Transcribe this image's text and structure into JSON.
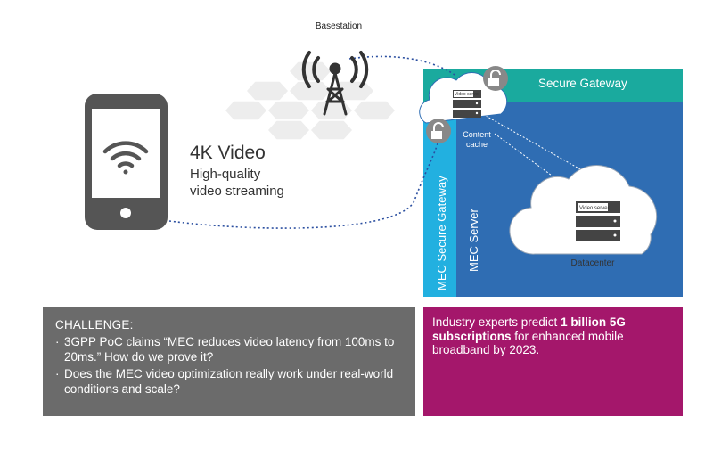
{
  "labels": {
    "basestation": "Basestation",
    "video_title": "4K Video",
    "video_sub_1": "High-quality",
    "video_sub_2": "video streaming",
    "secure_gateway": "Secure Gateway",
    "mec_secure_gateway": "MEC Secure Gateway",
    "mec_server": "MEC Server",
    "content_cache_1": "Content",
    "content_cache_2": "cache",
    "datacenter": "Datacenter",
    "video_server_small": "Video server",
    "video_server_large": "Video server"
  },
  "challenge": {
    "title": "CHALLENGE:",
    "items": [
      "3GPP PoC claims “MEC reduces video latency from 100ms to 20ms.” How do we prove it?",
      "Does the MEC video optimization really work under real-world conditions and scale?"
    ]
  },
  "industry": {
    "text_pre": "Industry experts predict ",
    "text_bold": "1 billion 5G subscriptions",
    "text_post": " for enhanced mobile broadband by 2023."
  },
  "colors": {
    "teal": "#1aaa9e",
    "cyan": "#22b0e0",
    "blue": "#2f6db3",
    "magenta": "#a4176b",
    "gray": "#6b6b6b",
    "phone": "#555555"
  },
  "icons": [
    "smartphone-icon",
    "wifi-icon",
    "antenna-icon",
    "lock-icon",
    "server-icon",
    "cloud-icon",
    "signal-icon"
  ]
}
